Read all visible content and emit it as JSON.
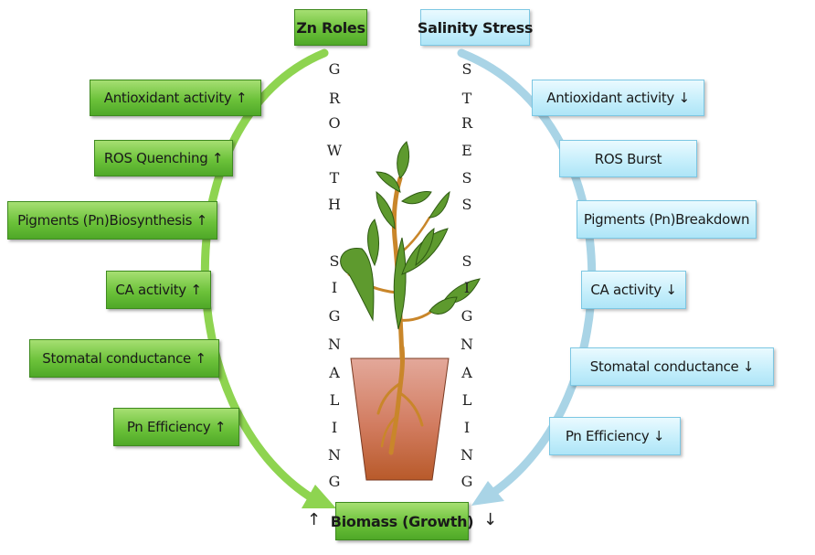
{
  "headers": {
    "left": "Zn Roles",
    "right": "Salinity Stress"
  },
  "left_items": [
    "Antioxidant activity ↑",
    "ROS Quenching ↑",
    "Pigments (Pn)Biosynthesis ↑",
    "CA activity ↑",
    "Stomatal conductance ↑",
    "Pn Efficiency ↑"
  ],
  "right_items": [
    "Antioxidant activity ↓",
    "ROS Burst",
    "Pigments (Pn)Breakdown",
    "CA activity ↓",
    "Stomatal conductance ↓",
    "Pn Efficiency ↓"
  ],
  "center": {
    "label": "Biomass (Growth)",
    "up_arrow": "↑",
    "down_arrow": "↓"
  },
  "vertical": {
    "left_word1": [
      "G",
      "R",
      "O",
      "W",
      "T",
      "H"
    ],
    "left_word2": [
      "S",
      "I",
      "G",
      "N",
      "A",
      "L",
      "I",
      "N",
      "G"
    ],
    "right_word1": [
      "S",
      "T",
      "R",
      "E",
      "S",
      "S"
    ],
    "right_word2": [
      "S",
      "I",
      "G",
      "N",
      "A",
      "L",
      "I",
      "N",
      "G"
    ]
  },
  "colors": {
    "green_arc": "#8ed450",
    "blue_arc": "#a9d4e6",
    "pot": "#c46a4c",
    "stem": "#c9862a",
    "leaf": "#5e9a2e"
  }
}
